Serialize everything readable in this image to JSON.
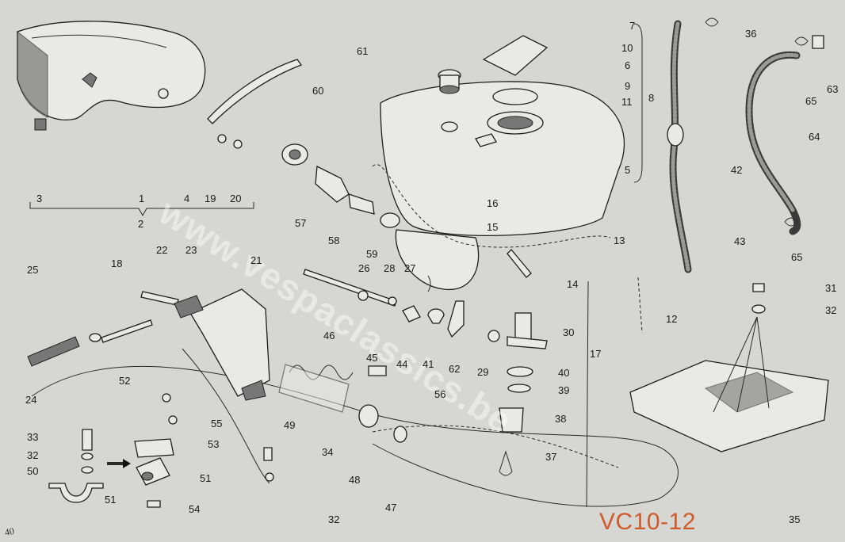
{
  "diagram": {
    "code": "VC10-12",
    "watermark": "www.vespaclassics.be",
    "page_mark": "40",
    "callouts": {
      "c1": "1",
      "c2": "2",
      "c3": "3",
      "c4": "4",
      "c5": "5",
      "c6": "6",
      "c7": "7",
      "c8": "8",
      "c9": "9",
      "c10": "10",
      "c11": "11",
      "c12": "12",
      "c13": "13",
      "c14": "14",
      "c15": "15",
      "c16": "16",
      "c17": "17",
      "c18": "18",
      "c19": "19",
      "c20": "20",
      "c21": "21",
      "c22": "22",
      "c23": "23",
      "c24": "24",
      "c25": "25",
      "c26": "26",
      "c27": "27",
      "c28": "28",
      "c29": "29",
      "c30": "30",
      "c31": "31",
      "c32a": "32",
      "c32b": "32",
      "c32c": "32",
      "c33": "33",
      "c34": "34",
      "c35": "35",
      "c36": "36",
      "c37": "37",
      "c38": "38",
      "c39": "39",
      "c40": "40",
      "c41": "41",
      "c42": "42",
      "c43": "43",
      "c44": "44",
      "c45": "45",
      "c46": "46",
      "c47": "47",
      "c48": "48",
      "c49": "49",
      "c50": "50",
      "c51a": "51",
      "c51b": "51",
      "c52": "52",
      "c53": "53",
      "c54": "54",
      "c55": "55",
      "c56": "56",
      "c57": "57",
      "c58": "58",
      "c59": "59",
      "c60": "60",
      "c61": "61",
      "c62": "62",
      "c63": "63",
      "c64": "64",
      "c65a": "65",
      "c65b": "65"
    }
  }
}
